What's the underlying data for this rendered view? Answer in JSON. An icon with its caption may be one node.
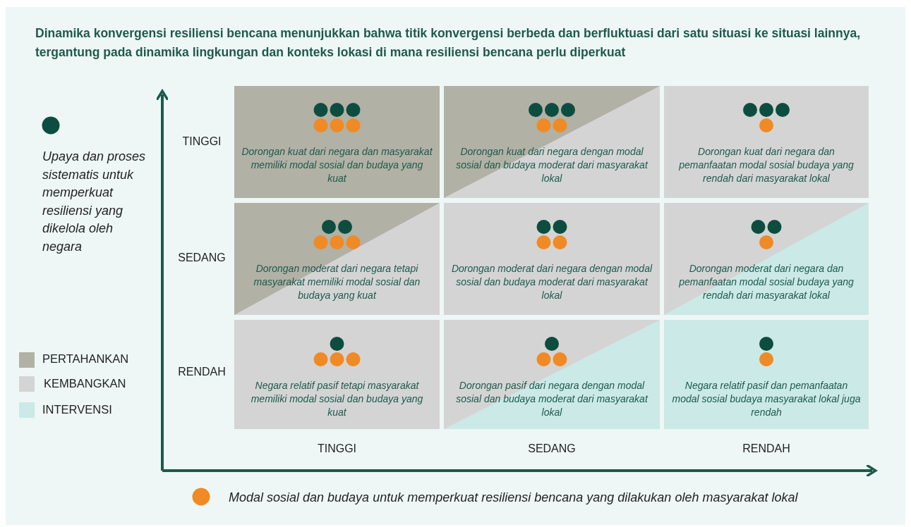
{
  "diagram": {
    "title": "Dinamika konvergensi resiliensi bencana menunjukkan bahwa titik konvergensi berbeda dan berfluktuasi dari satu situasi ke situasi lainnya, tergantung pada dinamika lingkungan dan konteks lokasi di mana resiliensi bencana perlu diperkuat",
    "nodes": [
      {
        "text": [
          "Dorongan kuat dari negara dan masyarakat memiliki modal sosial dan budaya yang kuat"
        ]
      },
      {
        "text": [
          "Dorongan kuat dari negara dengan modal sosial dan budaya moderat dari masyarakat lokal"
        ]
      },
      {
        "text": [
          "Dorongan kuat dari negara dan pemanfaatan modal sosial budaya yang rendah dari masyarakat lokal"
        ]
      },
      {
        "text": [
          "Dorongan moderat dari negara tetapi masyarakat memiliki modal sosial dan budaya yang kuat"
        ]
      },
      {
        "text": [
          "Dorongan moderat dari negara dengan modal sosial dan budaya moderat dari masyarakat lokal"
        ]
      },
      {
        "text": [
          "Dorongan moderat dari negara dan pemanfaatan modal sosial budaya yang rendah dari masyarakat lokal"
        ]
      },
      {
        "text": [
          "Negara relatif pasif tetapi masyarakat memiliki modal sosial dan budaya yang kuat"
        ]
      },
      {
        "text": [
          "Dorongan pasif dari negara dengan modal sosial dan budaya moderat dari masyarakat lokal"
        ]
      },
      {
        "text": [
          "Negara relatif pasif dan pemanfaatan modal sosial budaya masyarakat lokal juga rendah"
        ]
      }
    ],
    "labels": [
      "TINGGI",
      "SEDANG",
      "RENDAH",
      "TINGGI",
      "SEDANG",
      "RENDAH"
    ],
    "legend": [
      {
        "text": "Upaya dan proses sistematis untuk memperkuat resiliensi yang dikelola oleh negara",
        "color": "#0d4d40"
      },
      {
        "text": "PERTAHANKAN",
        "color": "#b1b1a5"
      },
      {
        "text": "KEMBANGKAN",
        "color": "#d4d4d4"
      },
      {
        "text": "INTERVENSI",
        "color": "#cbe9e6"
      },
      {
        "text": "Modal sosial dan budaya untuk memperkuat resiliensi bencana yang dilakukan oleh masyarakat lokal",
        "color": "#f08a24"
      }
    ]
  }
}
